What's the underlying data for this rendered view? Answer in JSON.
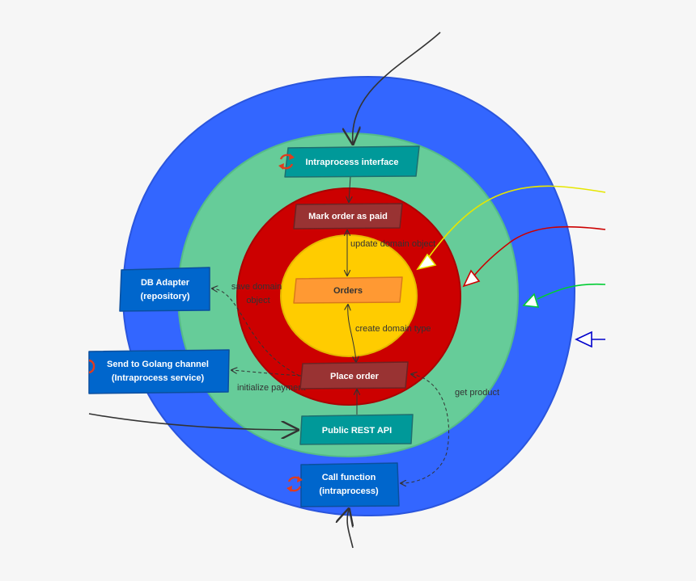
{
  "diagram": {
    "colors": {
      "outer_ring": "#3366ff",
      "adapter_ring": "#66cc99",
      "domain_ring": "#cc0000",
      "core": "#ffcc00",
      "teal_box": "#009999",
      "red_box": "#993333",
      "blue_box": "#0066cc",
      "orange_box": "#ff9933",
      "sync_icon": "#e03c1e",
      "arrow_yellow": "#e6e600",
      "arrow_red": "#cc0000",
      "arrow_green": "#00cc33",
      "arrow_blue": "#0000cc"
    },
    "nodes": {
      "intraprocess_interface": "Intraprocess interface",
      "mark_order_paid": "Mark order as paid",
      "orders": "Orders",
      "place_order": "Place order",
      "public_rest_api": "Public REST API",
      "db_adapter_line1": "DB Adapter",
      "db_adapter_line2": "(repository)",
      "golang_channel_line1": "Send to Golang channel",
      "golang_channel_line2": "(Intraprocess service)",
      "call_function_line1": "Call function",
      "call_function_line2": "(intraprocess)"
    },
    "edge_labels": {
      "update_domain_object": "update domain object",
      "create_domain_type": "create domain type",
      "save_domain_object_line1": "save domain",
      "save_domain_object_line2": "object",
      "initialize_payment": "initialize payment",
      "get_product": "get product"
    },
    "icons": {
      "sync": "sync-icon"
    }
  }
}
